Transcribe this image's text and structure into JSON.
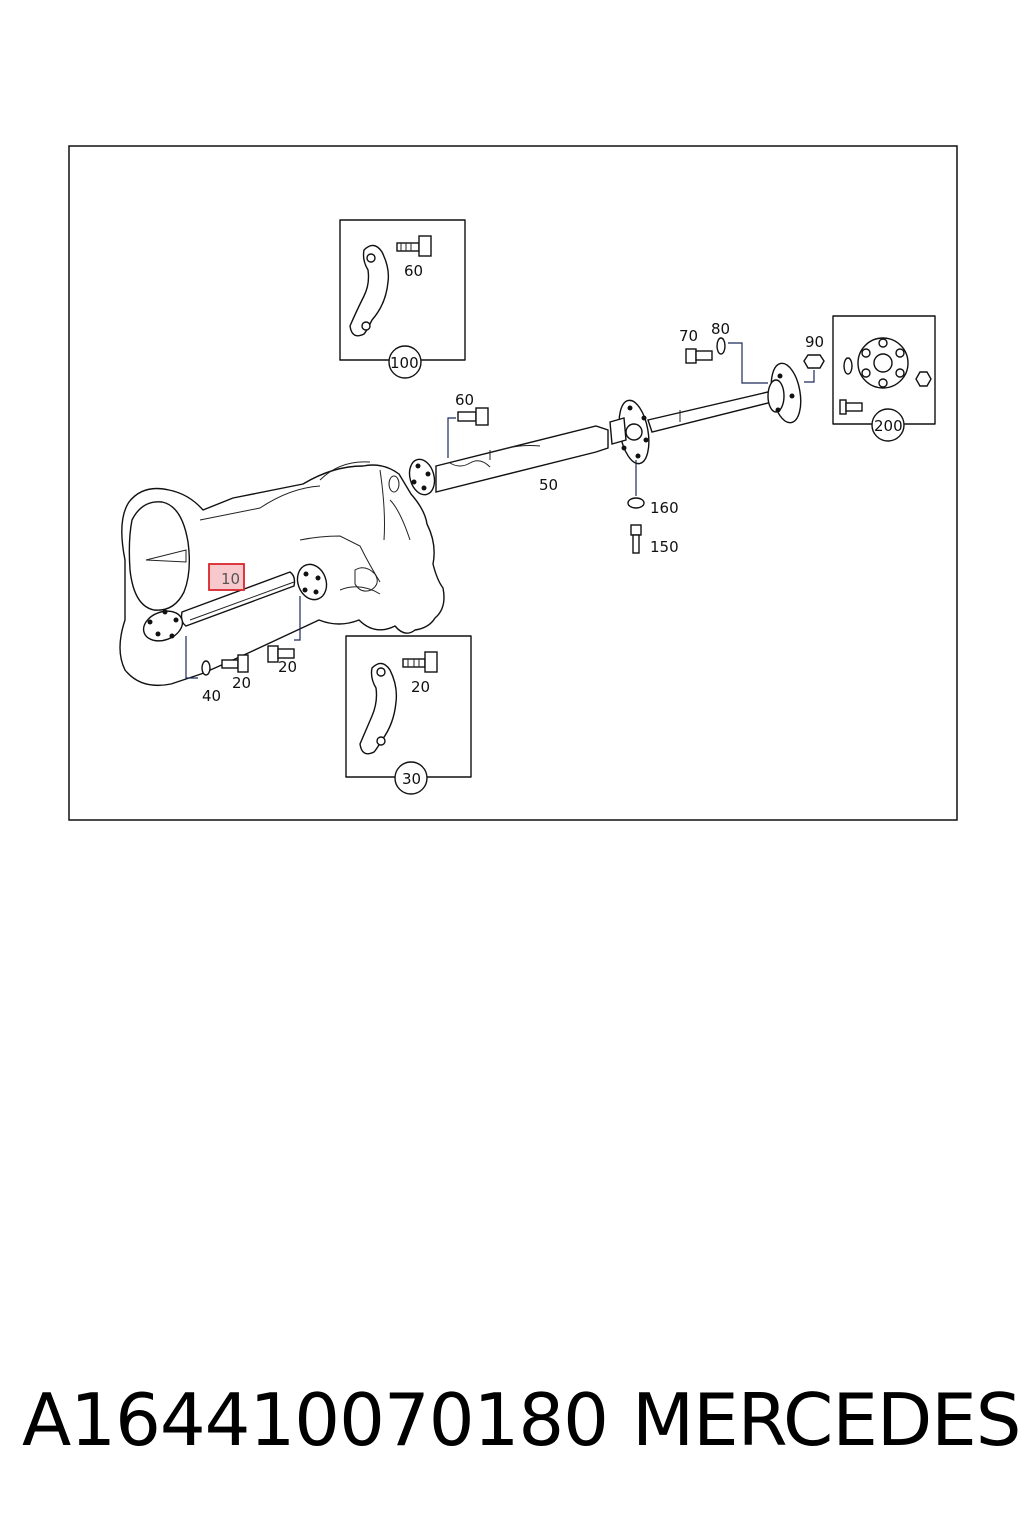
{
  "labels": {
    "l100": "100",
    "l60a": "60",
    "l60b": "60",
    "l70": "70",
    "l80": "80",
    "l90": "90",
    "l200": "200",
    "l50": "50",
    "l160": "160",
    "l150": "150",
    "l10": "10",
    "l40": "40",
    "l20a": "20",
    "l20b": "20",
    "l20c": "20",
    "l30": "30"
  },
  "caption": {
    "part_number": "A164410070180",
    "brand": "MERCEDES"
  },
  "colors": {
    "highlight": "#d8262c",
    "highlight_fill": "#f7c9cc"
  }
}
